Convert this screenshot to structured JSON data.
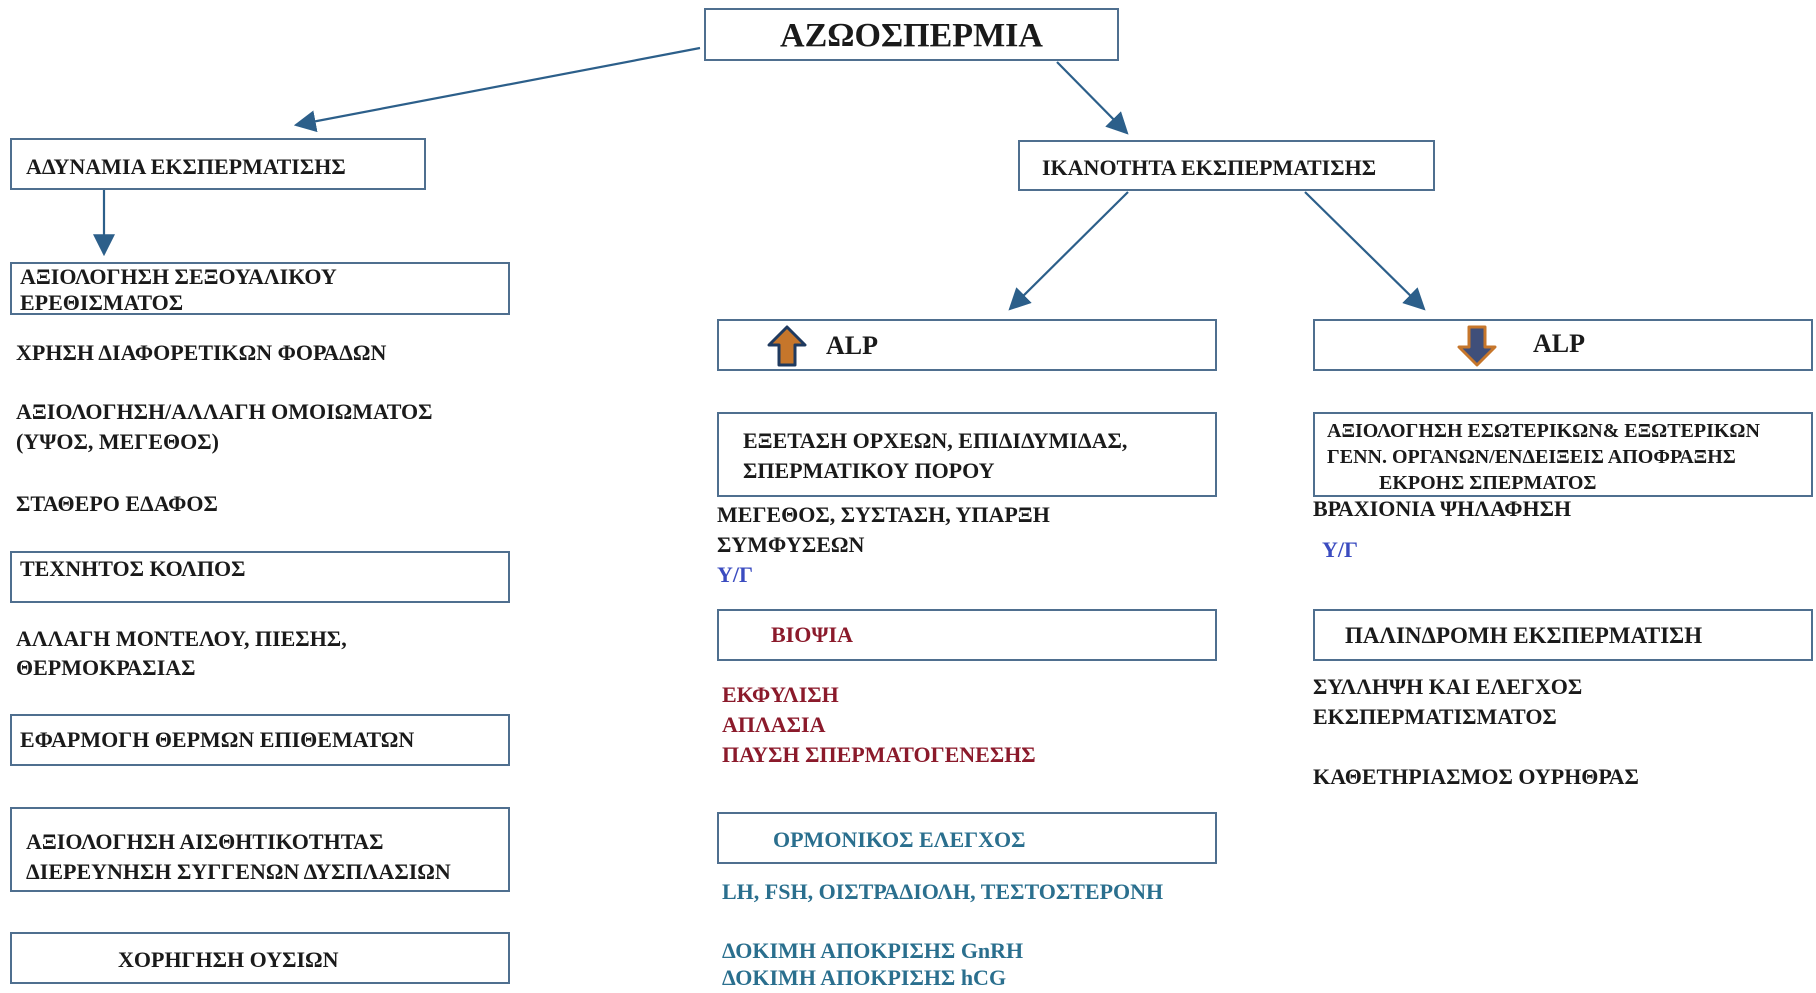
{
  "title": "ΑΖΩΟΣΠΕΡΜΙΑ",
  "colors": {
    "border": "#4f6f8f",
    "arrow": "#2c5f8a",
    "text": "#1a1a1a",
    "blue": "#3b4cc0",
    "red": "#8b1a2b",
    "teal": "#2a6f8e",
    "up_arrow_fill": "#c6762b",
    "up_arrow_stroke": "#1f3a5f",
    "down_arrow_fill": "#3f4f7a",
    "down_arrow_stroke": "#c6762b"
  },
  "left": {
    "header": "ΑΔΥΝΑΜΙΑ   ΕΚΣΠΕΡΜΑΤΙΣΗΣ",
    "box1_line1": "ΑΞΙΟΛΟΓΗΣΗ ΣΕΞΟΥΑΛΙΚΟΥ",
    "box1_line2": "ΕΡΕΘΙΣΜΑΤΟΣ",
    "text1": "ΧΡΗΣΗ ΔΙΑΦΟΡΕΤΙΚΩΝ ΦΟΡΑΔΩΝ",
    "text2_line1": "ΑΞΙΟΛΟΓΗΣΗ/ΑΛΛΑΓΗ ΟΜΟΙΩΜΑΤΟΣ",
    "text2_line2": "(ΥΨΟΣ, ΜΕΓΕΘΟΣ)",
    "text3": "ΣΤΑΘΕΡΟ ΕΔΑΦΟΣ",
    "box2": "ΤΕΧΝΗΤΟΣ ΚΟΛΠΟΣ",
    "text4_line1": "ΑΛΛΑΓΗ ΜΟΝΤΕΛΟΥ, ΠΙΕΣΗΣ,",
    "text4_line2": "ΘΕΡΜΟΚΡΑΣΙΑΣ",
    "box3": "ΕΦΑΡΜΟΓΗ ΘΕΡΜΩΝ ΕΠΙΘΕΜΑΤΩΝ",
    "box4_line1": "ΑΞΙΟΛΟΓΗΣΗ ΑΙΣΘΗΤΙΚΟΤΗΤΑΣ",
    "box4_line2": "ΔΙΕΡΕΥΝΗΣΗ ΣΥΓΓΕΝΩΝ ΔΥΣΠΛΑΣΙΩΝ",
    "box5": "ΧΟΡΗΓΗΣΗ ΟΥΣΙΩΝ"
  },
  "right": {
    "header": "ΙΚΑΝΟΤΗΤΑ ΕΚΣΠΕΡΜΑΤΙΣΗΣ",
    "alp_high": {
      "label": "ALP",
      "icon": "arrow-up-icon",
      "box1_line1": "ΕΞΕΤΑΣΗ ΟΡΧΕΩΝ, ΕΠΙΔΙΔΥΜΙΔΑΣ,",
      "box1_line2": "ΣΠΕΡΜΑΤΙΚΟΥ ΠΟΡΟΥ",
      "text1_line1": "ΜΕΓΕΘΟΣ, ΣΥΣΤΑΣΗ, ΥΠΑΡΞΗ",
      "text1_line2": "ΣΥΜΦΥΣΕΩΝ",
      "us": "Υ/Γ",
      "biopsy": "ΒΙΟΨΙΑ",
      "red1": "ΕΚΦΥΛΙΣΗ",
      "red2": "ΑΠΛΑΣΙΑ",
      "red3": "ΠΑΥΣΗ ΣΠΕΡΜΑΤΟΓΕΝΕΣΗΣ",
      "hormonal": "ΟΡΜΟΝΙΚΟΣ ΕΛΕΓΧΟΣ",
      "hormones": "LH,  FSH, ΟΙΣΤΡΑΔΙΟΛΗ, ΤΕΣΤΟΣΤΕΡΟΝΗ",
      "test1": "ΔΟΚΙΜΗ ΑΠΟΚΡΙΣΗΣ GnRH",
      "test2": "ΔΟΚΙΜΗ ΑΠΟΚΡΙΣΗΣ hCG"
    },
    "alp_low": {
      "label": "ALP",
      "icon": "arrow-down-icon",
      "box1_line1": "ΑΞΙΟΛΟΓΗΣΗ ΕΣΩΤΕΡΙΚΩΝ& ΕΞΩΤΕΡΙΚΩΝ",
      "box1_line2": "ΓΕΝΝ. ΟΡΓΑΝΩΝ/ΕΝΔΕΙΞΕΙΣ ΑΠΟΦΡΑΞΗΣ",
      "box1_line3": "ΕΚΡΟΗΣ ΣΠΕΡΜΑΤΟΣ",
      "text1": "ΒΡΑΧΙΟΝΙΑ ΨΗΛΑΦΗΣΗ",
      "us": "Υ/Γ",
      "retrograde": "ΠΑΛΙΝΔΡΟΜΗ ΕΚΣΠΕΡΜΑΤΙΣΗ",
      "text2_line1": "ΣΥΛΛΗΨΗ ΚΑΙ ΕΛΕΓΧΟΣ",
      "text2_line2": "ΕΚΣΠΕΡΜΑΤΙΣΜΑΤΟΣ",
      "text3": "ΚΑΘΕΤΗΡΙΑΣΜΟΣ ΟΥΡΗΘΡΑΣ"
    }
  }
}
